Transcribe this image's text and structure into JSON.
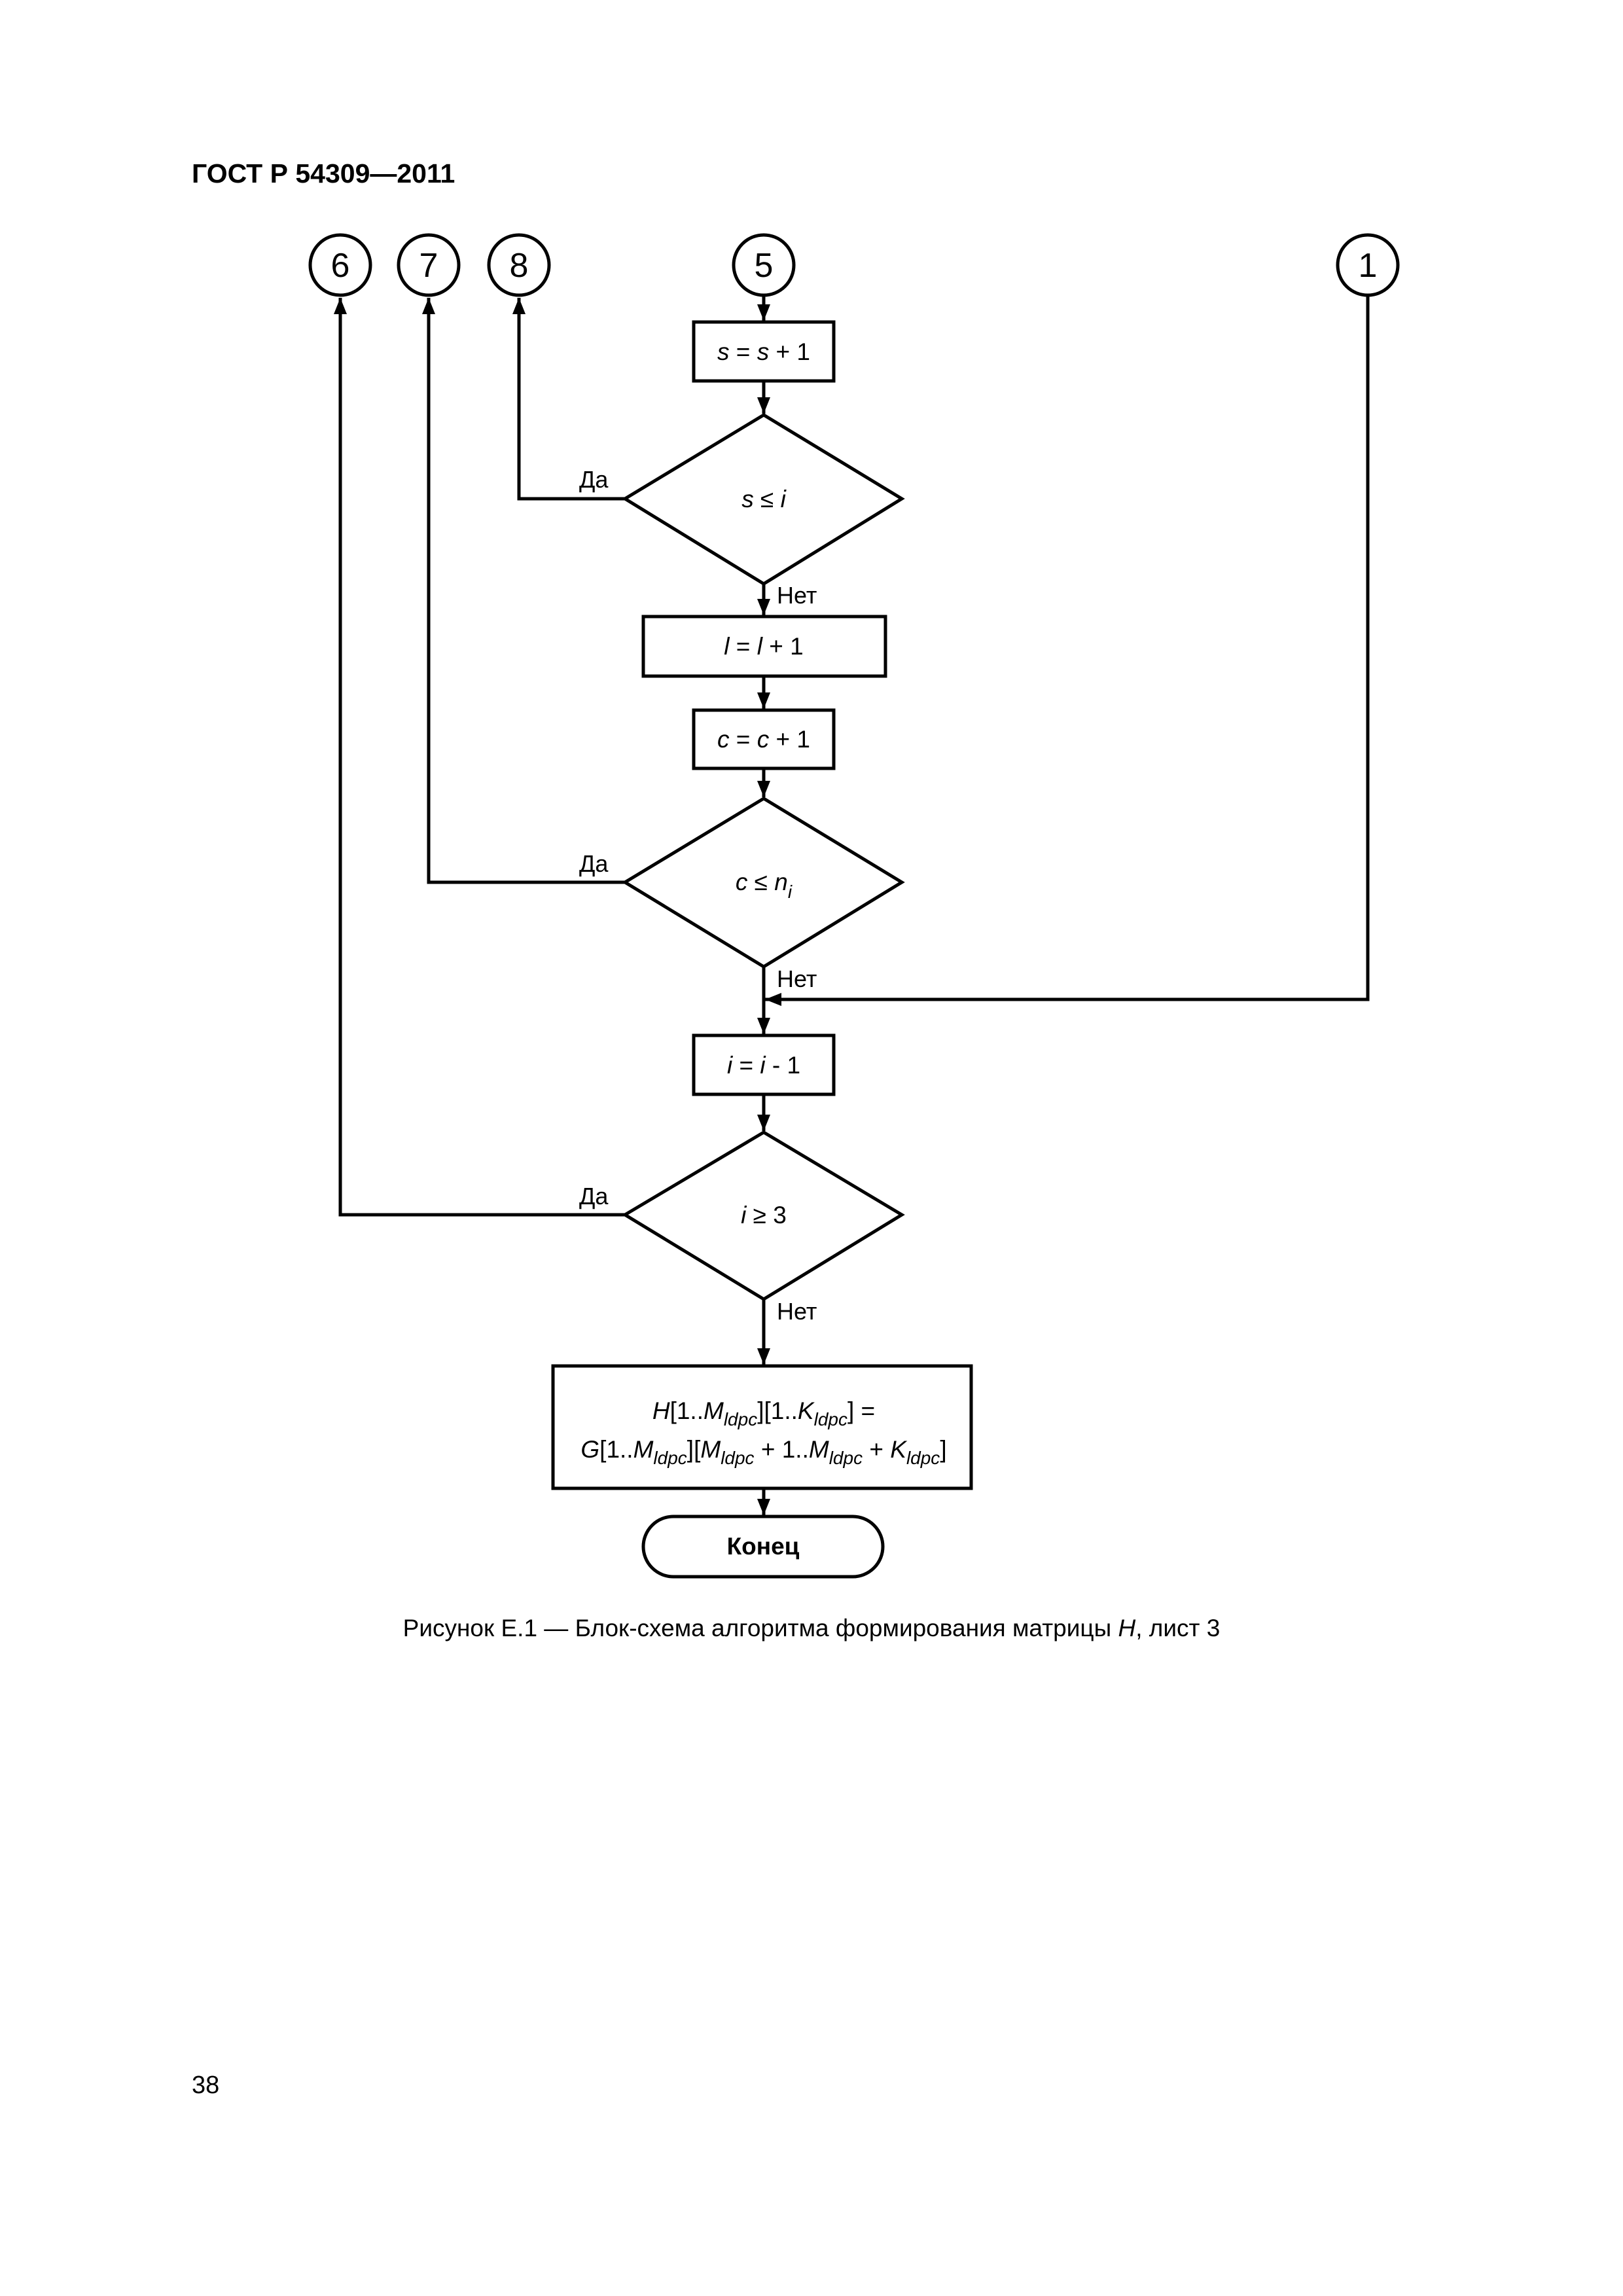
{
  "header": {
    "doc_id": "ГОСТ Р 54309—2011"
  },
  "page_number": "38",
  "caption": {
    "prefix": "Рисунок Е.1 — Блок-схема алгоритма формирования матрицы ",
    "var": "H",
    "suffix": ", лист 3"
  },
  "connectors": {
    "c6": "6",
    "c7": "7",
    "c8": "8",
    "c5": "5",
    "c1": "1"
  },
  "labels": {
    "yes": "Да",
    "no": "Нет"
  },
  "nodes": {
    "s_inc": {
      "v1": "s",
      "op": " = ",
      "v2": "s",
      "rest": " + 1"
    },
    "s_cond": {
      "v1": "s",
      "op": " ≤ ",
      "v2": "i"
    },
    "l_inc": {
      "v1": "l",
      "op": " = ",
      "v2": "l",
      "rest": " + 1"
    },
    "c_inc": {
      "v1": "c",
      "op": " = ",
      "v2": "c",
      "rest": " + 1"
    },
    "c_cond": {
      "v1": "c",
      "op": " ≤ ",
      "v2": "n",
      "sub": "i"
    },
    "i_dec": {
      "v1": "i",
      "op": " = ",
      "v2": "i",
      "rest": " - 1"
    },
    "i_cond": {
      "v1": "i",
      "op": " ≥ 3"
    },
    "assign": {
      "H": "H",
      "G": "G",
      "M": "M",
      "K": "K",
      "sub": "ldpc",
      "open1": "[1..",
      "mid1": "][1..",
      "end1": "] =",
      "open2": "[1..",
      "mid2": "][",
      "plus1": " + 1..",
      "plus2": " + ",
      "end2": "]"
    },
    "end": "Конец"
  }
}
